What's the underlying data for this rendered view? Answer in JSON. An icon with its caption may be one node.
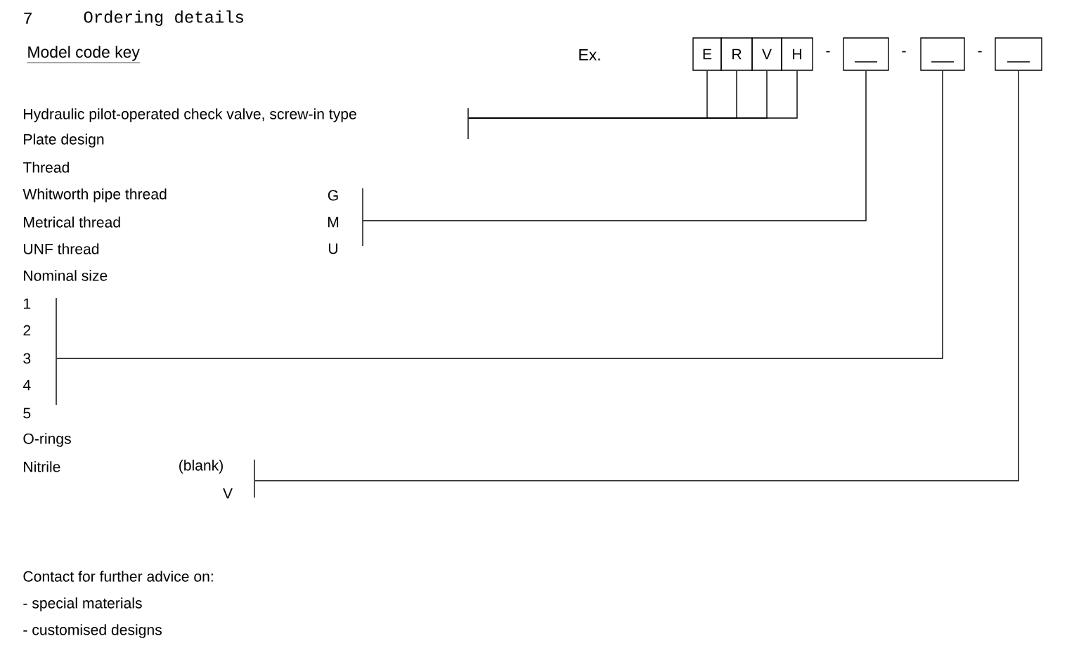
{
  "diagram": {
    "title": "Ordering details",
    "nodes": [
      {
        "text": [
          "E"
        ]
      },
      {
        "text": [
          "R"
        ]
      },
      {
        "text": [
          "V"
        ]
      },
      {
        "text": [
          "H"
        ]
      },
      {
        "text": [],
        "shape": "box"
      },
      {
        "text": [],
        "shape": "box"
      },
      {
        "text": [],
        "shape": "box"
      },
      {
        "text": [
          "Hydraulic pilot-operated check valve, screw-in type"
        ]
      },
      {
        "text": [
          "Whitworth pipe thread",
          "G",
          "Metrical thread",
          "M",
          "UNF thread",
          "U"
        ]
      },
      {
        "text": [
          "1",
          "2",
          "3",
          "4",
          "5"
        ]
      },
      {
        "text": [
          "Nitrile",
          "(blank)",
          "V"
        ]
      }
    ],
    "edges": [
      {
        "from": 7,
        "to": 0,
        "arrow": "none"
      },
      {
        "from": 7,
        "to": 1,
        "arrow": "none"
      },
      {
        "from": 7,
        "to": 2,
        "arrow": "none"
      },
      {
        "from": 7,
        "to": 3,
        "arrow": "none"
      },
      {
        "from": 8,
        "to": 4,
        "arrow": "none"
      },
      {
        "from": 9,
        "to": 5,
        "arrow": "none"
      },
      {
        "from": 10,
        "to": 6,
        "arrow": "none"
      }
    ],
    "labels": [
      "7",
      "Model code key",
      "Ex.",
      "-",
      "-",
      "-",
      "Plate design",
      "Thread",
      "Nominal size",
      "O-rings",
      "Contact for further advice on:",
      "- special materials",
      "- customised designs"
    ]
  }
}
